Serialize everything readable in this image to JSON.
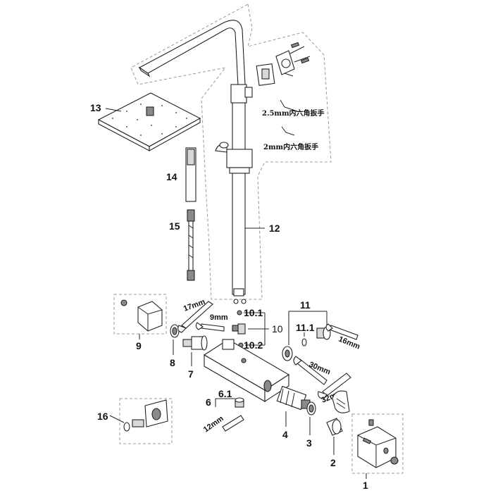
{
  "labels": {
    "p1": "1",
    "p2": "2",
    "p3": "3",
    "p4": "4",
    "p6": "6",
    "p61": "6.1",
    "p7": "7",
    "p8": "8",
    "p9": "9",
    "p10": "10",
    "p101": "10.1",
    "p102": "10.2",
    "p11": "11",
    "p111": "11.1",
    "p12": "12",
    "p13": "13",
    "p14": "14",
    "p15": "15",
    "p16": "16"
  },
  "tools": {
    "t17": "17mm",
    "t9": "9mm",
    "t16": "16mm",
    "t30": "30mm",
    "t32": "32mm",
    "t12": "12mm",
    "hex25": "2.5mm内六角扳手",
    "hex2": "2mm内六角扳手"
  }
}
